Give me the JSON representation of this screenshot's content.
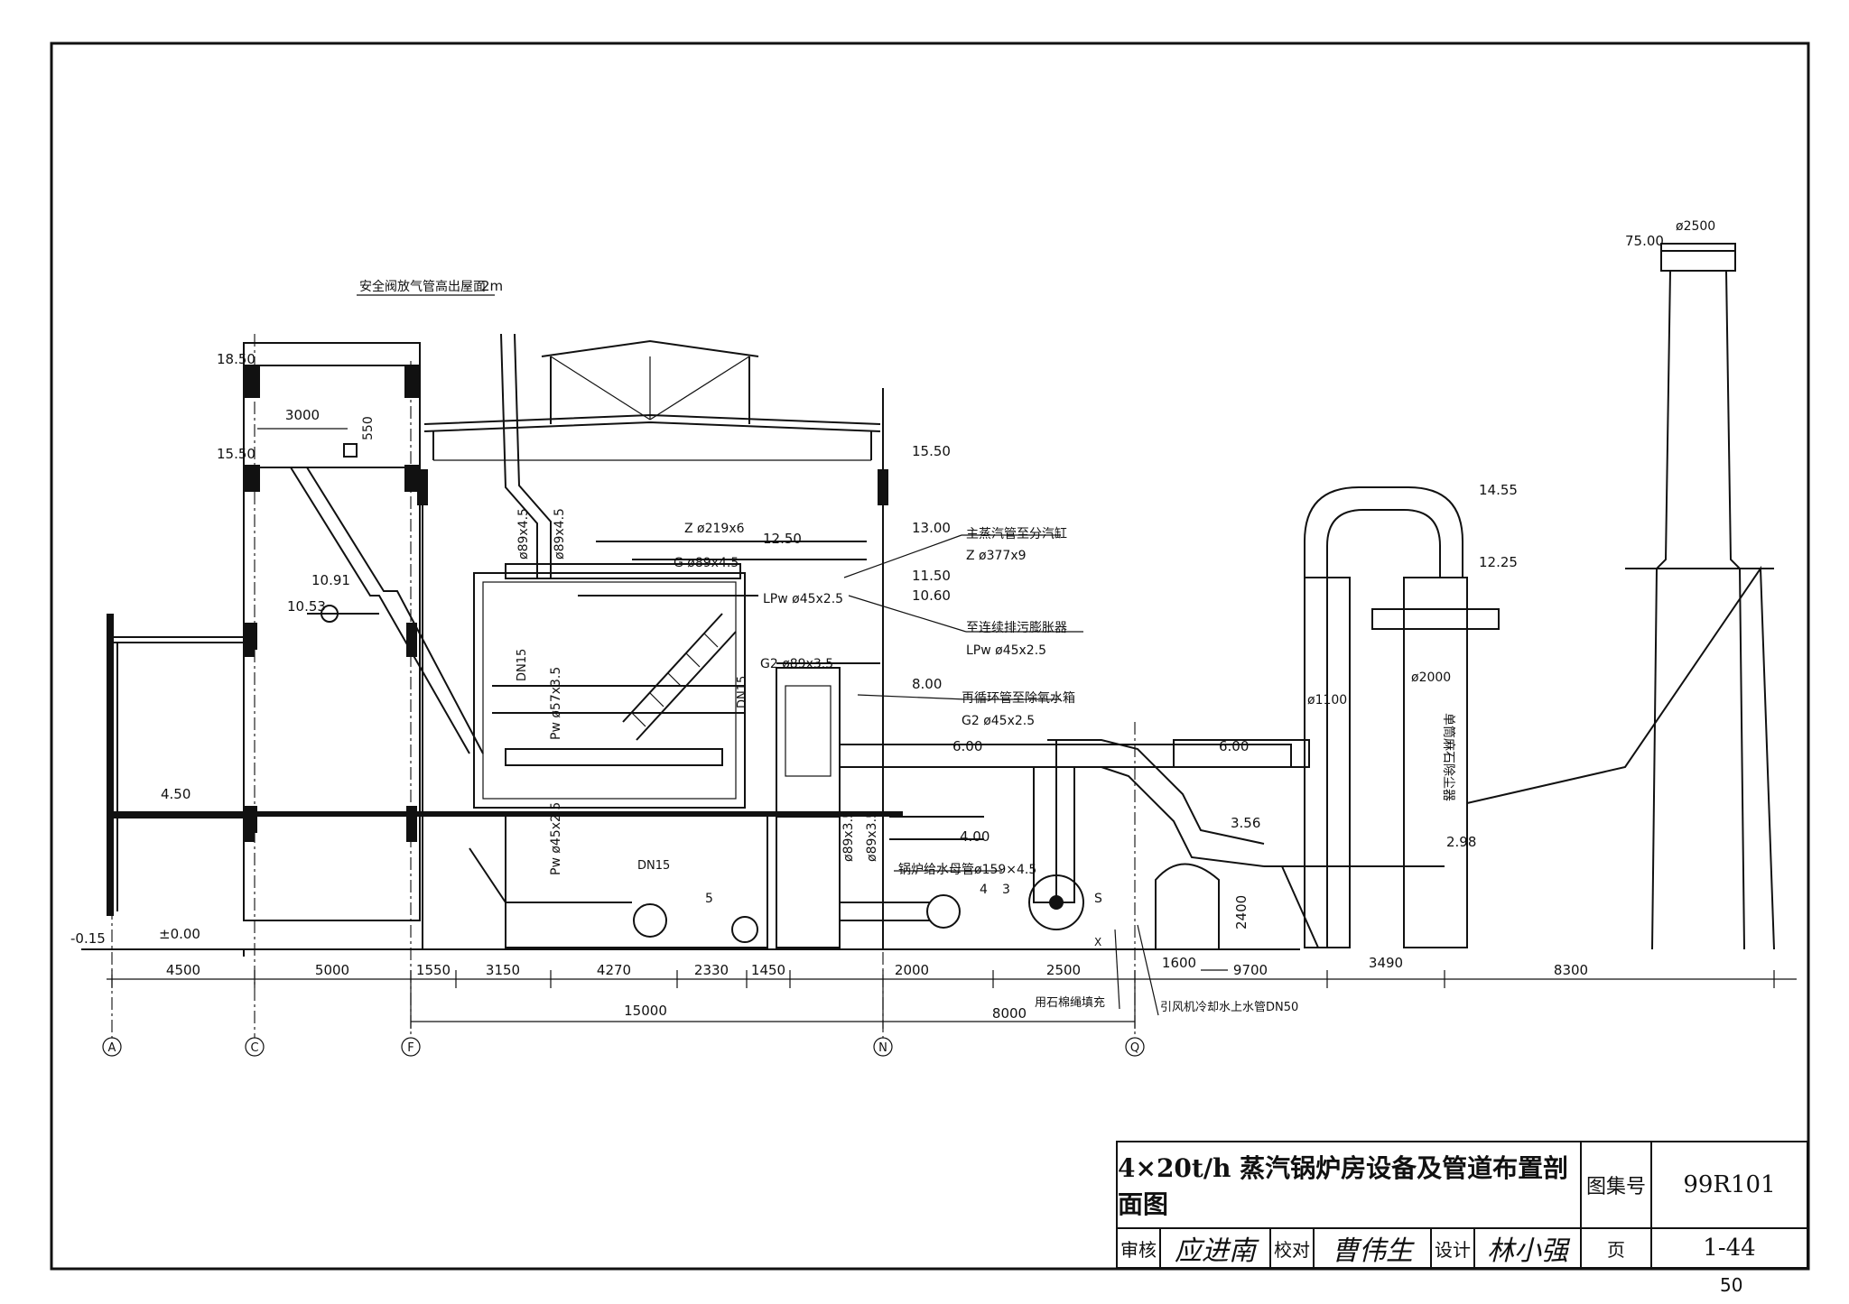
{
  "drawing": {
    "title": "4×20t/h 蒸汽锅炉房设备及管道布置剖面图",
    "atlas_no_label": "图集号",
    "atlas_no": "99R101",
    "review_label": "审核",
    "reviewer": "应进南",
    "check_label": "校对",
    "checker": "曹伟生",
    "design_label": "设计",
    "designer": "林小强",
    "page_label": "页",
    "page_no": "1-44",
    "sheet_number": "50"
  },
  "elevations": {
    "e1850": "18.50",
    "e1550_left": "15.50",
    "e1550_right": "15.50",
    "e1300": "13.00",
    "e1250": "12.50",
    "e1150": "11.50",
    "e1091": "10.91",
    "e1060": "10.60",
    "e1053": "10.53",
    "e800": "8.00",
    "e600_a": "6.00",
    "e600_b": "6.00",
    "e450": "4.50",
    "e400": "4.00",
    "e356": "3.56",
    "e298": "2.98",
    "e000": "±0.00",
    "em015": "-0.15",
    "e1455": "14.55",
    "e1225": "12.25",
    "e7500": "75.00"
  },
  "notes": {
    "safety_valve": "安全阀放气管高出屋面",
    "safety_valve_height": "2m",
    "main_steam_to_header": "主蒸汽管至分汽缸",
    "z377": "Z ø377x9",
    "z219": "Z ø219x6",
    "g89": "G ø89x4.5",
    "lpw45_top": "LPw ø45x2.5",
    "to_blowdown": "至连续排污膨胀器",
    "lpw45_b": "LPw ø45x2.5",
    "g2_89": "G2 ø89x3.5",
    "recirc": "再循环管至除氧水箱",
    "g2_45": "G2 ø45x2.5",
    "p89_a": "ø89x4.5",
    "p89_b": "ø89x4.5",
    "dn15_a": "DN15",
    "dn15_b": "DN15",
    "dn15_c": "DN15",
    "pw57": "Pw ø57x3.5",
    "pw45": "Pw ø45x2.5",
    "fw_header": "锅炉给水母管ø159×4.5",
    "p89_c": "ø89x3.5",
    "p89_d": "ø89x3.5",
    "asbestos": "用石棉绳填充",
    "fan_cooling": "引风机冷却水上水管DN50",
    "dust_collector": "单筒麻石除尘器",
    "d1100": "ø1100",
    "d2000": "ø2000",
    "d2500": "ø2500",
    "mark_s": "S",
    "mark_x": "X",
    "num3": "3",
    "num4": "4",
    "num5": "5",
    "dim3000": "3000",
    "dim550": "550",
    "dim2400": "2400"
  },
  "dims_bottom": {
    "d4500": "4500",
    "d5000": "5000",
    "d1550": "1550",
    "d3150": "3150",
    "d4270": "4270",
    "d2330": "2330",
    "d1450": "1450",
    "d2000": "2000",
    "d2500": "2500",
    "d1600": "1600",
    "d9700": "9700",
    "d3490": "3490",
    "d8300": "8300",
    "d15000": "15000",
    "d8000": "8000"
  },
  "axes": {
    "a": "A",
    "c": "C",
    "f": "F",
    "n": "N",
    "q": "Q"
  }
}
